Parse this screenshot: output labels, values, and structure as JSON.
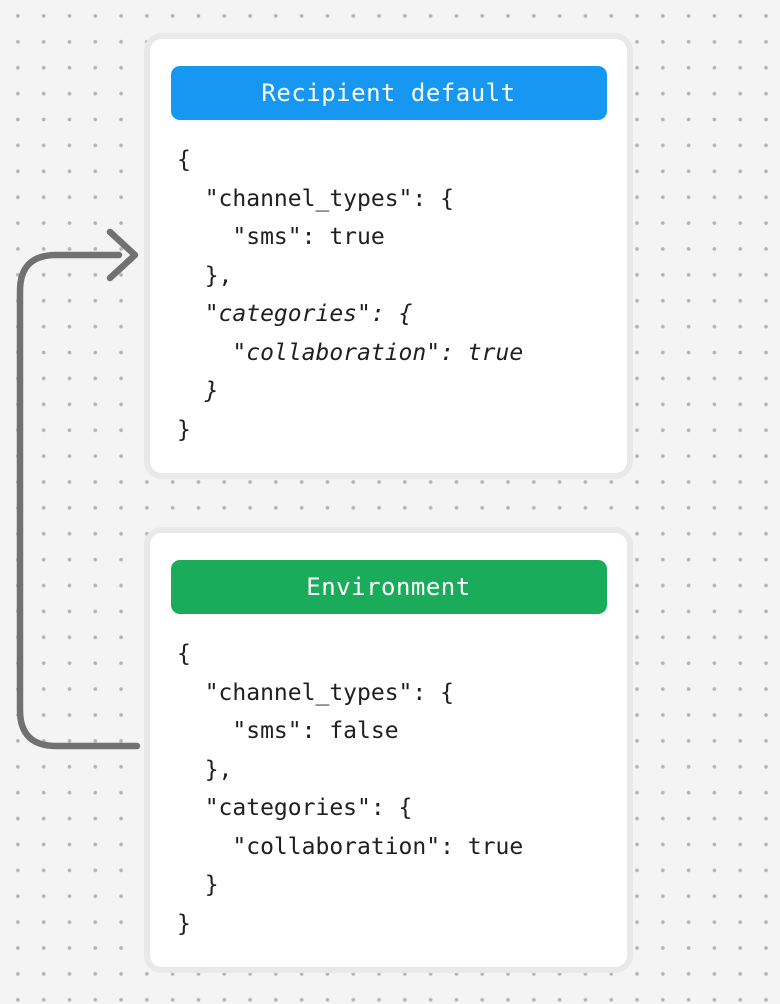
{
  "canvas": {
    "background_color": "#f4f4f4",
    "dot_color": "#b3b3b3"
  },
  "arrow": {
    "name": "environment-to-recipient-default-arrow",
    "color": "#717171",
    "direction": "from bottom card left side, up and pointing right at top card"
  },
  "cards": [
    {
      "id": "recipient-default",
      "header": {
        "label": "Recipient default",
        "color": "#1697f2",
        "text_color": "#ffffff"
      },
      "code_lines": [
        {
          "text": "{",
          "emphasis": false
        },
        {
          "text": "  \"channel_types\": {",
          "emphasis": false
        },
        {
          "text": "    \"sms\": true",
          "emphasis": false
        },
        {
          "text": "  },",
          "emphasis": false
        },
        {
          "text": "  \"categories\": {",
          "emphasis": true
        },
        {
          "text": "    \"collaboration\": true",
          "emphasis": true
        },
        {
          "text": "  }",
          "emphasis": true
        },
        {
          "text": "}",
          "emphasis": false
        }
      ]
    },
    {
      "id": "environment",
      "header": {
        "label": "Environment",
        "color": "#1bac5b",
        "text_color": "#ffffff"
      },
      "code_lines": [
        {
          "text": "{",
          "emphasis": false
        },
        {
          "text": "  \"channel_types\": {",
          "emphasis": false
        },
        {
          "text": "    \"sms\": false",
          "emphasis": false
        },
        {
          "text": "  },",
          "emphasis": false
        },
        {
          "text": "  \"categories\": {",
          "emphasis": false
        },
        {
          "text": "    \"collaboration\": true",
          "emphasis": false
        },
        {
          "text": "  }",
          "emphasis": false
        },
        {
          "text": "}",
          "emphasis": false
        }
      ]
    }
  ]
}
